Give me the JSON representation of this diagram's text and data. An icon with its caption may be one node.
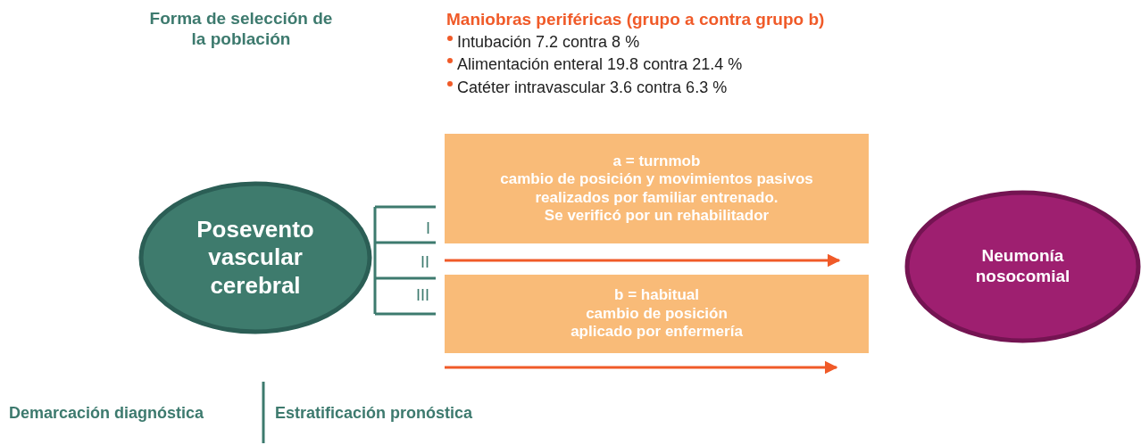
{
  "diagram": {
    "nodes": [
      {
        "text": [
          "Posevento vascular cerebral"
        ]
      },
      {
        "text": [
          "a = turnmob",
          "cambio de posición y movimientos pasivos realizados por familiar entrenado.",
          "Se verificó por un rehabilitador"
        ]
      },
      {
        "text": [
          "b = habitual",
          "cambio de posición aplicado por enfermería"
        ]
      },
      {
        "text": [
          "Neumonía nosocomial"
        ]
      }
    ],
    "labels": [
      "Forma de selección de la población",
      "Maniobras periféricas (grupo a contra grupo b)",
      "Intubación 7.2 contra 8 %",
      "Alimentación enteral 19.8 contra 21.4 %",
      "Catéter intravascular 3.6 contra 6.3 %",
      "I",
      "II",
      "III",
      "Demarcación diagnóstica",
      "Estratificación pronóstica"
    ]
  }
}
